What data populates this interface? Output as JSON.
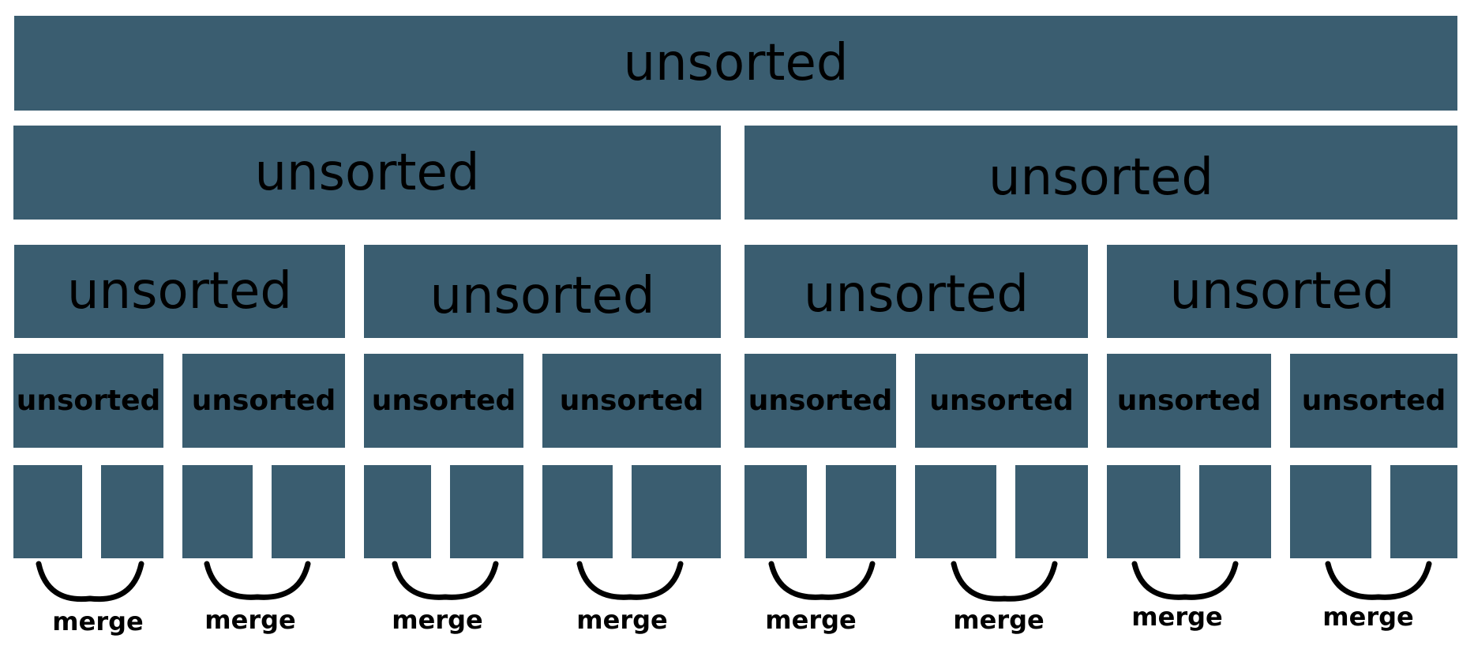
{
  "colors": {
    "box": "#3a5d70",
    "text": "#000000",
    "arc": "#000000"
  },
  "levels": [
    [
      "unsorted"
    ],
    [
      "unsorted",
      "unsorted"
    ],
    [
      "unsorted",
      "unsorted",
      "unsorted",
      "unsorted"
    ],
    [
      "unsorted",
      "unsorted",
      "unsorted",
      "unsorted",
      "unsorted",
      "unsorted",
      "unsorted",
      "unsorted"
    ]
  ],
  "leaf_count": 16,
  "merges": [
    "merge",
    "merge",
    "merge",
    "merge",
    "merge",
    "merge",
    "merge",
    "merge"
  ]
}
